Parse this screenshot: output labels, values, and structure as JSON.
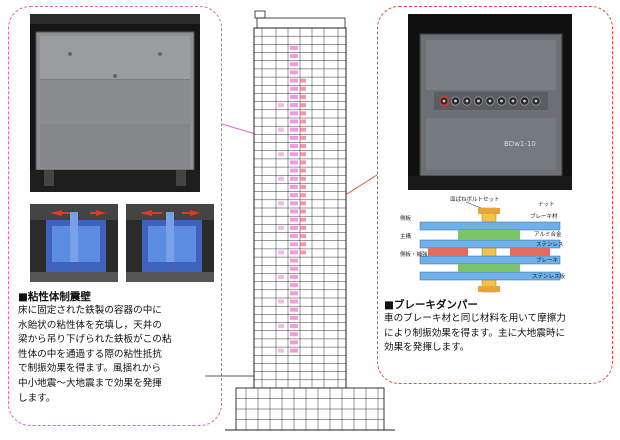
{
  "left": {
    "title": "■粘性体制震壁",
    "lines": [
      "床に固定された鉄製の容器の中に",
      "水飴状の粘性体を充填し，天井の",
      "梁から吊り下げられた鉄板がこの粘",
      "性体の中を通過する際の粘性抵抗",
      "で制振効果を得ます。風揺れから",
      "中小地震～大地震まで効果を発揮",
      "します。"
    ]
  },
  "right": {
    "title": "■ブレーキダンパー",
    "lines": [
      "車のブレーキ材と同じ材料を用いて摩擦力",
      "により制振効果を得ます。主に大地震時に",
      "効果を発揮します。"
    ],
    "photo_label": "BDw1-10",
    "diagram_labels": {
      "top": "皿ばねボルトセット",
      "l1": "側板",
      "l2": "主構",
      "l3": "側板・補強",
      "r1": "ナット",
      "r2": "ブレーキ材",
      "r3": "アルミ合金",
      "r4": "ステンレス",
      "r5": "ブレーキ",
      "r6": "ステンレス板"
    }
  }
}
